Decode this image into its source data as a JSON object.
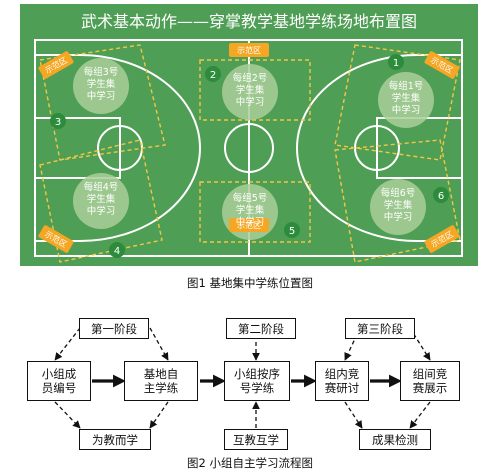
{
  "court": {
    "title": "武术基本动作——穿掌教学基地学练场地布置图",
    "colors": {
      "court": "#4f9e55",
      "line": "#ffffff",
      "zone": "#f2c744",
      "circle": "#a9cf9a",
      "number": "#2c8c3c",
      "mat": "#f5a623"
    },
    "mat_label": "示范区",
    "groups": [
      {
        "id": "g1",
        "lines": [
          "每组1号",
          "学生集",
          "中学习"
        ],
        "number": "1"
      },
      {
        "id": "g2",
        "lines": [
          "每组2号",
          "学生集",
          "中学习"
        ],
        "number": "2"
      },
      {
        "id": "g3",
        "lines": [
          "每组3号",
          "学生集",
          "中学习"
        ],
        "number": "3"
      },
      {
        "id": "g4",
        "lines": [
          "每组4号",
          "学生集",
          "中学习"
        ],
        "number": "4"
      },
      {
        "id": "g5",
        "lines": [
          "每组5号",
          "学生集",
          "中学习"
        ],
        "number": "5"
      },
      {
        "id": "g6",
        "lines": [
          "每组6号",
          "学生集",
          "中学习"
        ],
        "number": "6"
      }
    ]
  },
  "fig1_caption": "图1   基地集中学练位置图",
  "flow": {
    "stage1": "第一阶段",
    "stage2": "第二阶段",
    "stage3": "第三阶段",
    "box_a": "小组成\n员编号",
    "box_b": "基地自\n主学练",
    "box_c": "为教而学",
    "box_d": "小组按序\n号学练",
    "box_e": "互教互学",
    "box_f": "组内竞\n赛研讨",
    "box_g": "组间竞\n赛展示",
    "box_h": "成果检测"
  },
  "fig2_caption": "图2   小组自主学习流程图"
}
